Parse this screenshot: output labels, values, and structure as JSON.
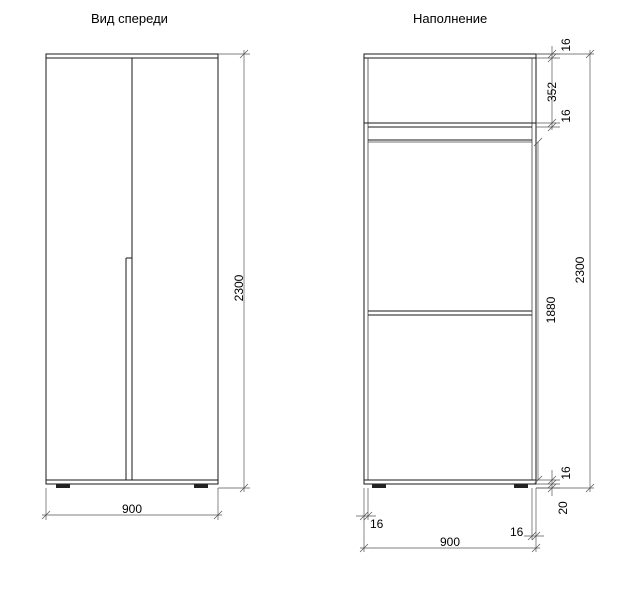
{
  "titles": {
    "front": "Вид спереди",
    "fill": "Наполнение"
  },
  "front_view": {
    "width_label": "900",
    "height_label": "2300"
  },
  "fill_view": {
    "width_label": "900",
    "height_label": "2300",
    "top_panel_label": "16",
    "top_section_label": "352",
    "shelf_label": "16",
    "main_section_label": "1880",
    "bottom_panel_label": "16",
    "plinth_label": "20",
    "left_side_label": "16",
    "right_side_label": "16"
  }
}
